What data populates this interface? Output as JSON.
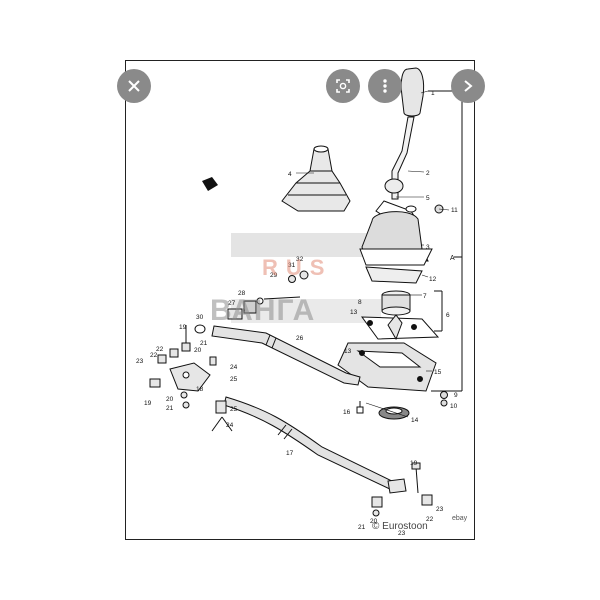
{
  "toolbar": {
    "close_icon": "close-icon",
    "lens_icon": "lens-search-icon",
    "more_icon": "more-vert-icon",
    "next_icon": "chevron-right-icon"
  },
  "watermark": {
    "top": "RUS",
    "main": "ВАНГА"
  },
  "credit": {
    "main": "© Eurostoon",
    "sub": "ebay"
  },
  "colors": {
    "overlay": "#8a8a8a",
    "line": "#111111",
    "wm_band": "#d9d9d9"
  },
  "labels": {
    "n1": "1",
    "n2": "2",
    "n3": "3",
    "n4": "4",
    "n5": "5",
    "n6": "6",
    "n7": "7",
    "n8": "8",
    "n9": "9",
    "n10": "10",
    "n11": "11",
    "n12": "12",
    "n13": "13",
    "n13b": "13",
    "n14": "14",
    "n15": "15",
    "n16": "16",
    "n17": "17",
    "n18": "18",
    "n19": "19",
    "n19b": "19",
    "n19c": "19",
    "n20": "20",
    "n20b": "20",
    "n20c": "20",
    "n21": "21",
    "n21b": "21",
    "n21c": "21",
    "n22": "22",
    "n22b": "22",
    "n22c": "22",
    "n23": "23",
    "n23b": "23",
    "n23c": "23",
    "n24": "24",
    "n24b": "24",
    "n25": "25",
    "n25b": "25",
    "n26": "26",
    "n27": "27",
    "n28": "28",
    "n29": "29",
    "n30": "30",
    "n31": "31",
    "n32": "32",
    "letterA": "A"
  }
}
